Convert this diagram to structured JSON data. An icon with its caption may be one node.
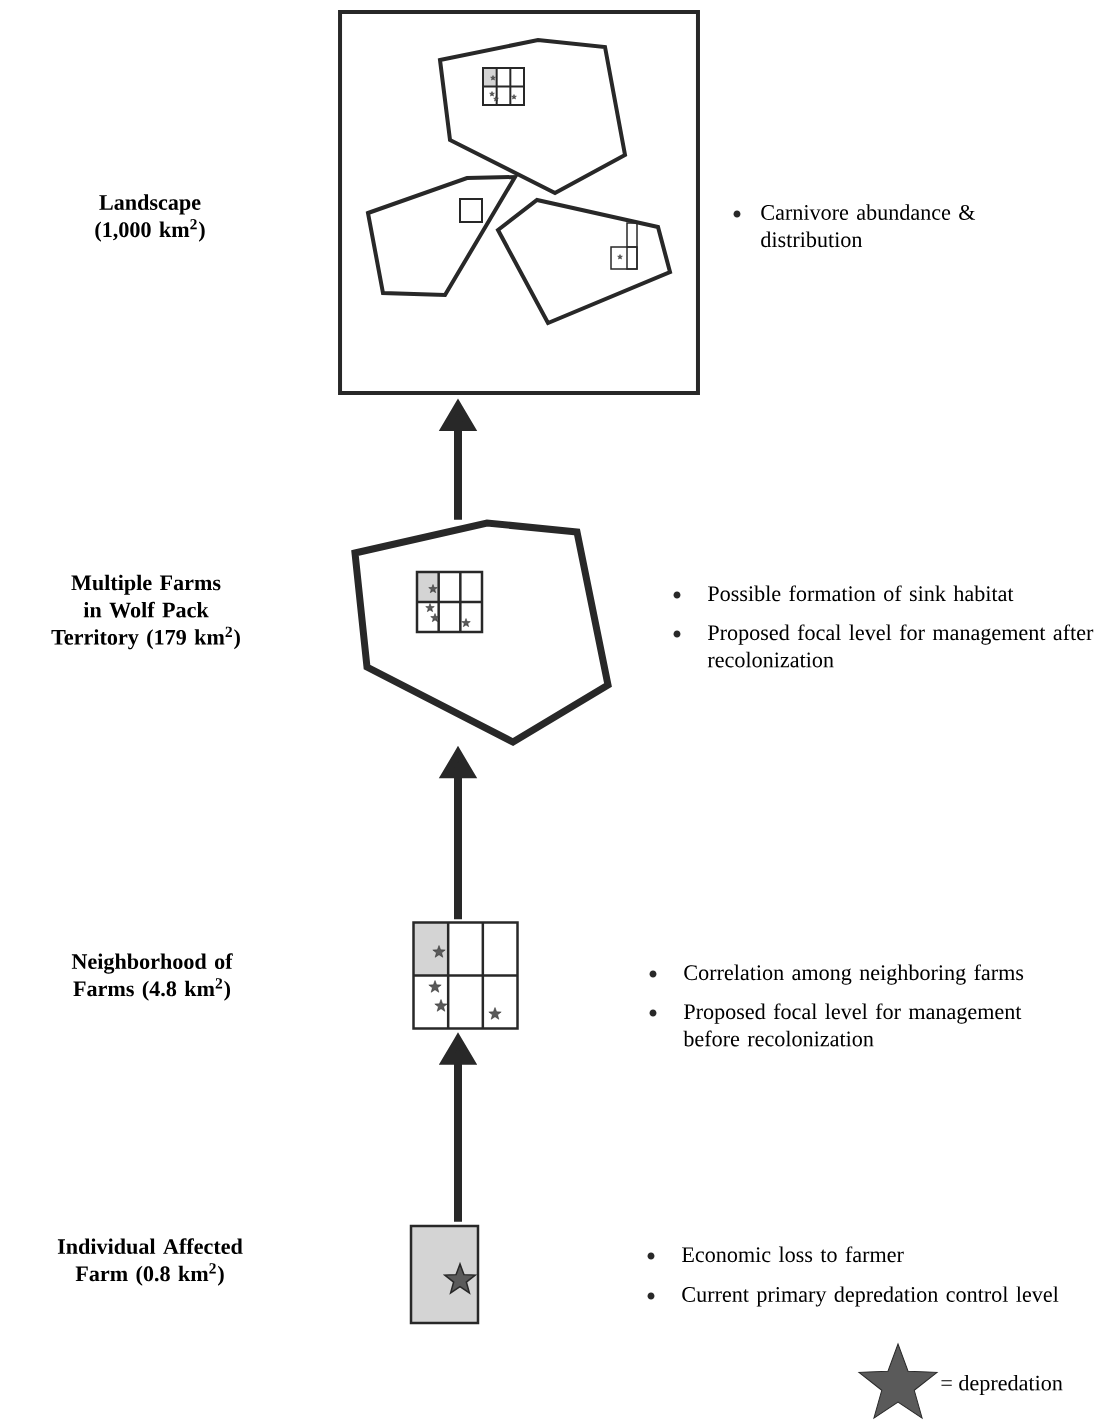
{
  "diagram": {
    "nodes": [
      {
        "text": [],
        "shape": "box"
      },
      {
        "text": [],
        "shape": "pentagon"
      },
      {
        "text": [],
        "shape": "grid"
      },
      {
        "text": [],
        "shape": "box"
      }
    ],
    "edges": [
      {
        "from": 3,
        "to": 2,
        "arrow": "to"
      },
      {
        "from": 2,
        "to": 1,
        "arrow": "to"
      },
      {
        "from": 1,
        "to": 0,
        "arrow": "to"
      }
    ],
    "labels": [
      "Landscape (1,000 km$^{2}$)",
      "Carnivore abundance & distribution",
      "Multiple Farms in Wolf Pack Territory (179 km$^{2}$)",
      "Possible formation of sink habitat",
      "Proposed focal level for management after recolonization",
      "Neighborhood of Farms (4.8 km$^{2}$)",
      "Correlation among neighboring farms",
      "Proposed focal level for management before recolonization",
      "Individual Affected Farm (0.8 km$^{2}$)",
      "Economic loss to farmer",
      "Current primary depredation control level"
    ],
    "legend": [
      {
        "text": "= depredation"
      }
    ]
  }
}
